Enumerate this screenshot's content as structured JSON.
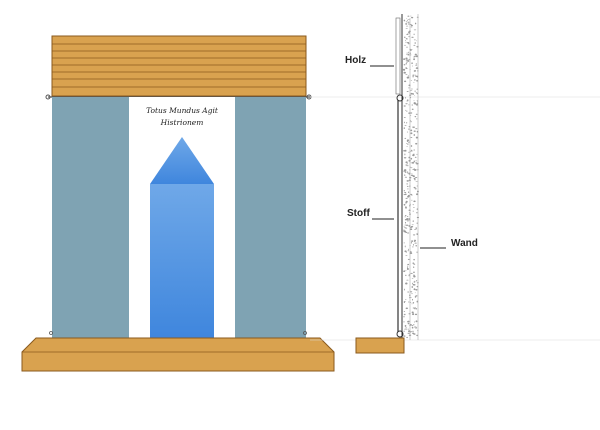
{
  "labels": {
    "holz": "Holz",
    "stoff": "Stoff",
    "wand": "Wand"
  },
  "motto": {
    "line1": "Totus Mundus Agit",
    "line2": "Histrionem"
  },
  "colors": {
    "wood": "#d9a24f",
    "wood_line": "#8a5a1e",
    "fabric": "#7fa3b3",
    "centre_panel": "#ffffff",
    "column_top": "#6fa8e8",
    "column_bottom": "#3f86dd",
    "wall_speckle": "#9a9a9a"
  }
}
